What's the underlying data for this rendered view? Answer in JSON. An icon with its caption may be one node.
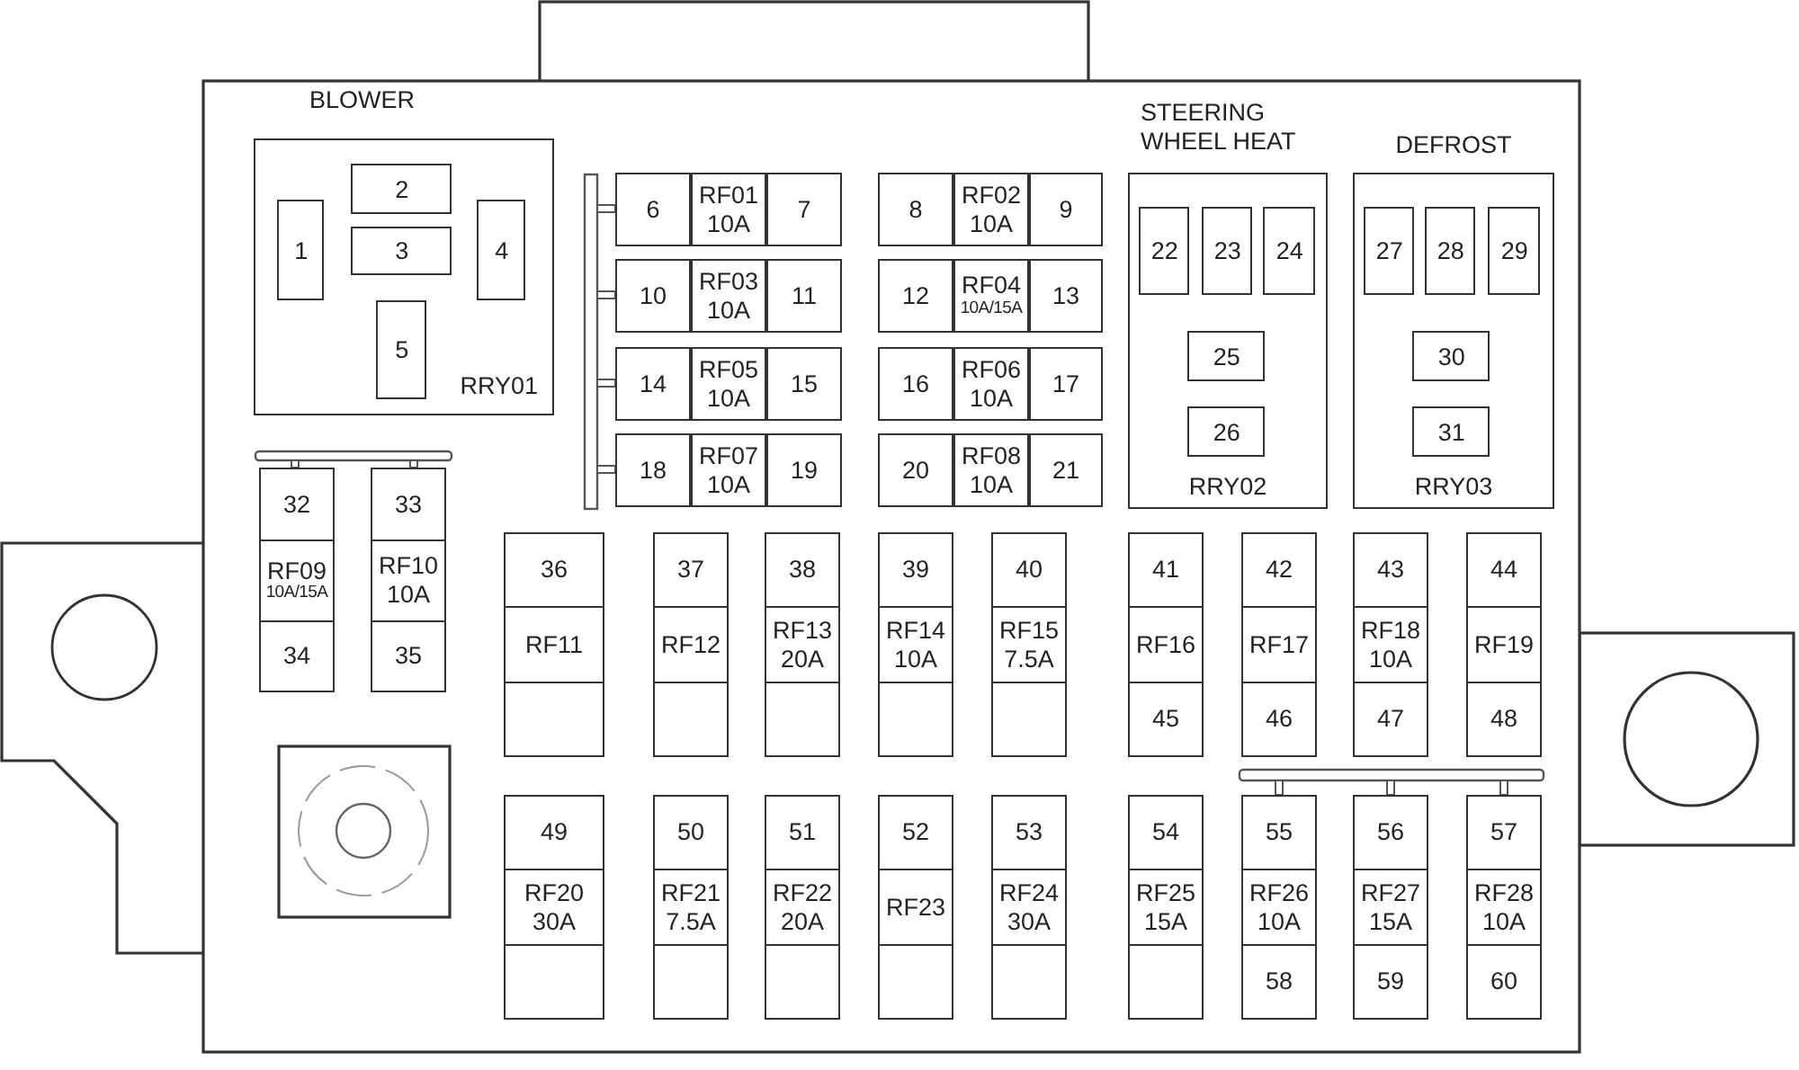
{
  "diagram": {
    "nodes": [
      {
        "text": [
          "BLOWER",
          "RRY01"
        ]
      },
      {
        "text": [
          "1"
        ],
        "in": 0
      },
      {
        "text": [
          "2"
        ],
        "in": 0
      },
      {
        "text": [
          "3"
        ],
        "in": 0
      },
      {
        "text": [
          "4"
        ],
        "in": 0
      },
      {
        "text": [
          "5"
        ],
        "in": 0
      },
      {
        "text": [
          "6"
        ]
      },
      {
        "text": [
          "RF01",
          "10A"
        ]
      },
      {
        "text": [
          "7"
        ]
      },
      {
        "text": [
          "8"
        ]
      },
      {
        "text": [
          "RF02",
          "10A"
        ]
      },
      {
        "text": [
          "9"
        ]
      },
      {
        "text": [
          "10"
        ]
      },
      {
        "text": [
          "RF03",
          "10A"
        ]
      },
      {
        "text": [
          "11"
        ]
      },
      {
        "text": [
          "12"
        ]
      },
      {
        "text": [
          "RF04",
          "10A/15A"
        ]
      },
      {
        "text": [
          "13"
        ]
      },
      {
        "text": [
          "14"
        ]
      },
      {
        "text": [
          "RF05",
          "10A"
        ]
      },
      {
        "text": [
          "15"
        ]
      },
      {
        "text": [
          "16"
        ]
      },
      {
        "text": [
          "RF06",
          "10A"
        ]
      },
      {
        "text": [
          "17"
        ]
      },
      {
        "text": [
          "18"
        ]
      },
      {
        "text": [
          "RF07",
          "10A"
        ]
      },
      {
        "text": [
          "19"
        ]
      },
      {
        "text": [
          "20"
        ]
      },
      {
        "text": [
          "RF08",
          "10A"
        ]
      },
      {
        "text": [
          "21"
        ]
      },
      {
        "text": [
          "STEERING WHEEL HEAT",
          "RRY02"
        ]
      },
      {
        "text": [
          "22"
        ],
        "in": 30
      },
      {
        "text": [
          "23"
        ],
        "in": 30
      },
      {
        "text": [
          "24"
        ],
        "in": 30
      },
      {
        "text": [
          "25"
        ],
        "in": 30
      },
      {
        "text": [
          "26"
        ],
        "in": 30
      },
      {
        "text": [
          "DEFROST",
          "RRY03"
        ]
      },
      {
        "text": [
          "27"
        ],
        "in": 36
      },
      {
        "text": [
          "28"
        ],
        "in": 36
      },
      {
        "text": [
          "29"
        ],
        "in": 36
      },
      {
        "text": [
          "30"
        ],
        "in": 36
      },
      {
        "text": [
          "31"
        ],
        "in": 36
      },
      {
        "text": [
          "32"
        ]
      },
      {
        "text": [
          "33"
        ]
      },
      {
        "text": [
          "RF09",
          "10A/15A"
        ]
      },
      {
        "text": [
          "RF10",
          "10A"
        ]
      },
      {
        "text": [
          "34"
        ]
      },
      {
        "text": [
          "35"
        ]
      },
      {
        "text": [
          "36"
        ]
      },
      {
        "text": [
          "37"
        ]
      },
      {
        "text": [
          "38"
        ]
      },
      {
        "text": [
          "39"
        ]
      },
      {
        "text": [
          "40"
        ]
      },
      {
        "text": [
          "41"
        ]
      },
      {
        "text": [
          "42"
        ]
      },
      {
        "text": [
          "43"
        ]
      },
      {
        "text": [
          "44"
        ]
      },
      {
        "text": [
          "RF11"
        ]
      },
      {
        "text": [
          "RF12"
        ]
      },
      {
        "text": [
          "RF13",
          "20A"
        ]
      },
      {
        "text": [
          "RF14",
          "10A"
        ]
      },
      {
        "text": [
          "RF15",
          "7.5A"
        ]
      },
      {
        "text": [
          "RF16"
        ]
      },
      {
        "text": [
          "RF17"
        ]
      },
      {
        "text": [
          "RF18",
          "10A"
        ]
      },
      {
        "text": [
          "RF19"
        ]
      },
      {
        "text": [],
        "shape": "box"
      },
      {
        "text": [],
        "shape": "box"
      },
      {
        "text": [],
        "shape": "box"
      },
      {
        "text": [],
        "shape": "box"
      },
      {
        "text": [],
        "shape": "box"
      },
      {
        "text": [
          "45"
        ]
      },
      {
        "text": [
          "46"
        ]
      },
      {
        "text": [
          "47"
        ]
      },
      {
        "text": [
          "48"
        ]
      },
      {
        "text": [
          "49"
        ]
      },
      {
        "text": [
          "50"
        ]
      },
      {
        "text": [
          "51"
        ]
      },
      {
        "text": [
          "52"
        ]
      },
      {
        "text": [
          "53"
        ]
      },
      {
        "text": [
          "54"
        ]
      },
      {
        "text": [
          "55"
        ]
      },
      {
        "text": [
          "56"
        ]
      },
      {
        "text": [
          "57"
        ]
      },
      {
        "text": [
          "RF20",
          "30A"
        ]
      },
      {
        "text": [
          "RF21",
          "7.5A"
        ]
      },
      {
        "text": [
          "RF22",
          "20A"
        ]
      },
      {
        "text": [
          "RF23"
        ]
      },
      {
        "text": [
          "RF24",
          "30A"
        ]
      },
      {
        "text": [
          "RF25",
          "15A"
        ]
      },
      {
        "text": [
          "RF26",
          "10A"
        ]
      },
      {
        "text": [
          "RF27",
          "15A"
        ]
      },
      {
        "text": [
          "RF28",
          "10A"
        ]
      },
      {
        "text": [],
        "shape": "box"
      },
      {
        "text": [],
        "shape": "box"
      },
      {
        "text": [],
        "shape": "box"
      },
      {
        "text": [],
        "shape": "box"
      },
      {
        "text": [],
        "shape": "box"
      },
      {
        "text": [],
        "shape": "box"
      },
      {
        "text": [
          "58"
        ]
      },
      {
        "text": [
          "59"
        ]
      },
      {
        "text": [
          "60"
        ]
      }
    ]
  }
}
